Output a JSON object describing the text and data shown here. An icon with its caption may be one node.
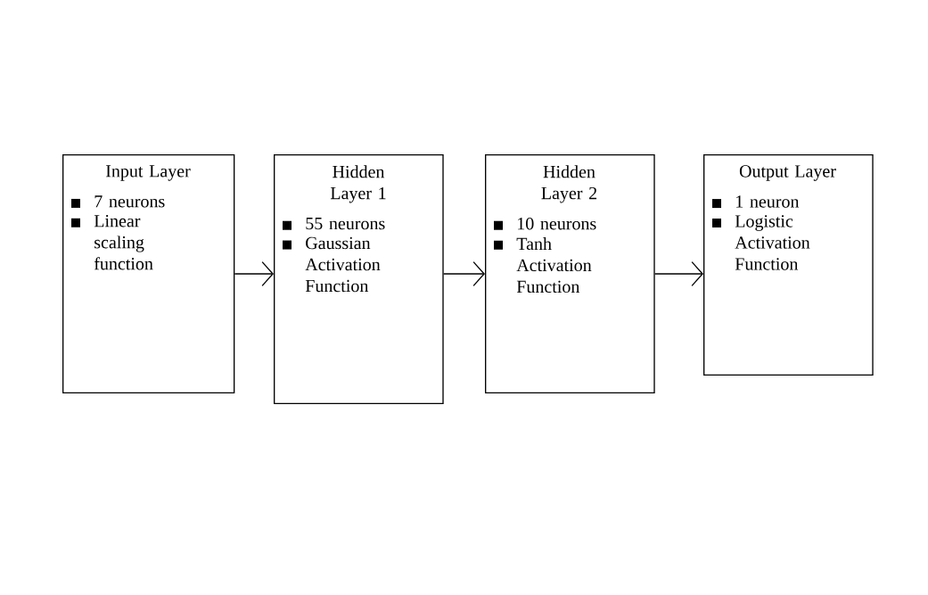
{
  "diagram": {
    "nodes": [
      {
        "text": [
          "Input Layer",
          "7 neurons",
          "Linear scaling function"
        ]
      },
      {
        "text": [
          "Hidden Layer 1",
          "55 neurons",
          "Gaussian Activation Function"
        ]
      },
      {
        "text": [
          "Hidden Layer 2",
          "10 neurons",
          "Tanh Activation Function"
        ]
      },
      {
        "text": [
          "Output Layer",
          "1 neuron",
          "Logistic Activation Function"
        ]
      }
    ],
    "edges": [
      {
        "from": 0,
        "to": 1,
        "arrow": "to"
      },
      {
        "from": 1,
        "to": 2,
        "arrow": "to"
      },
      {
        "from": 2,
        "to": 3,
        "arrow": "to"
      }
    ]
  }
}
